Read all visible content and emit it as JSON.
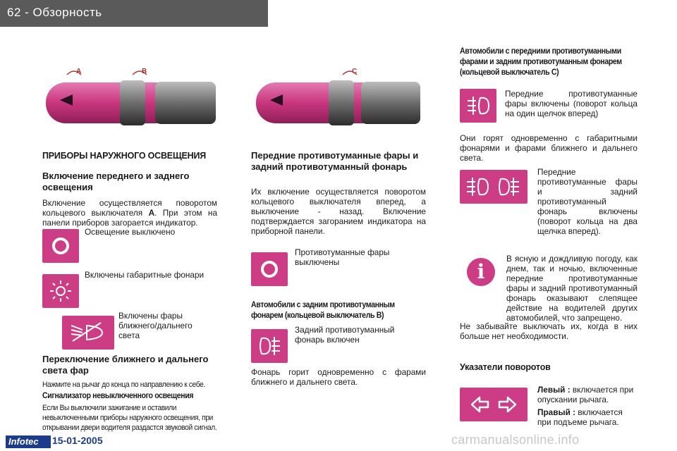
{
  "header": {
    "title": "62 - Обзорность"
  },
  "illustrations": {
    "a": "A",
    "b": "B",
    "c": "C"
  },
  "col1": {
    "section_title": "ПРИБОРЫ НАРУЖНОГО ОСВЕЩЕНИЯ",
    "sub_title": "Включение переднего и заднего освещения",
    "para": "Включение осуществляется поворотом кольцевого выключателя",
    "para_bold": "A",
    "para_end": ". При этом на панели приборов загорается индикатор.",
    "items": [
      {
        "icon": "lights-off-icon",
        "text": "Освещение выключено"
      },
      {
        "icon": "side-lights-icon",
        "text": "Включены габаритные фонари"
      },
      {
        "icon": "headlights-icon",
        "text": "Включены фары ближнего/дальнего света"
      }
    ],
    "switch_title": "Переключение ближнего и дальнего света фар",
    "switch_text": "Нажмите на рычаг до конца по направлению к себе.",
    "alarm_title": "Сигнализатор невыключенного освещения",
    "alarm_text": "Если Вы выключили зажигание и оставили невыключенными приборы наружного освещения, при открывании двери водителя раздастся звуковой сигнал."
  },
  "col2": {
    "fog_title": "Передние противотуманные фары и задний противотуманный фонарь",
    "fog_text": "Их включение осуществляется поворотом кольцевого выключателя вперед, а выключение - назад. Включение подтверждается загоранием индикатора на приборной панели.",
    "fog_off": "Противотуманные фары выключены",
    "rear_title": "Автомобили с задним противотуманным фонарем (кольцевой выключатель B)",
    "rear_on": "Задний противотуманный фонарь включен",
    "rear_text": "Фонарь горит одновременно с фарами ближнего и дальнего света."
  },
  "col3": {
    "cars_title": "Автомобили с передними противотуманными фарами и задним противотуманным фонарем (кольцевой выключатель C)",
    "front_on": "Передние противотуманные фары включены (поворот кольца на один щелчок вперед)",
    "together": "Они горят одновременно с габаритными фонарями и фарами ближнего и дальнего света.",
    "both_on": "Передние противотуманные фары и задний противотуманный фонарь включены (поворот кольца на два щелчка вперед).",
    "warning": "В ясную и дождливую погоду, как днем, так и ночью, включенные передние противотуманные фары и задний противотуманный фонарь оказывают слепящее действие на водителей других автомобилей, что запрещено.",
    "reminder": "Не забывайте выключать их, когда в них больше нет необходимости.",
    "turn_title": "Указатели поворотов",
    "left_label": "Левый :",
    "left_text": "включается при опускании рычага.",
    "right_label": "Правый :",
    "right_text": "включается при подъеме рычага."
  },
  "footer": {
    "logo": "Infotec",
    "date": "15-01-2005",
    "watermark": "carmanualsonline.info"
  }
}
